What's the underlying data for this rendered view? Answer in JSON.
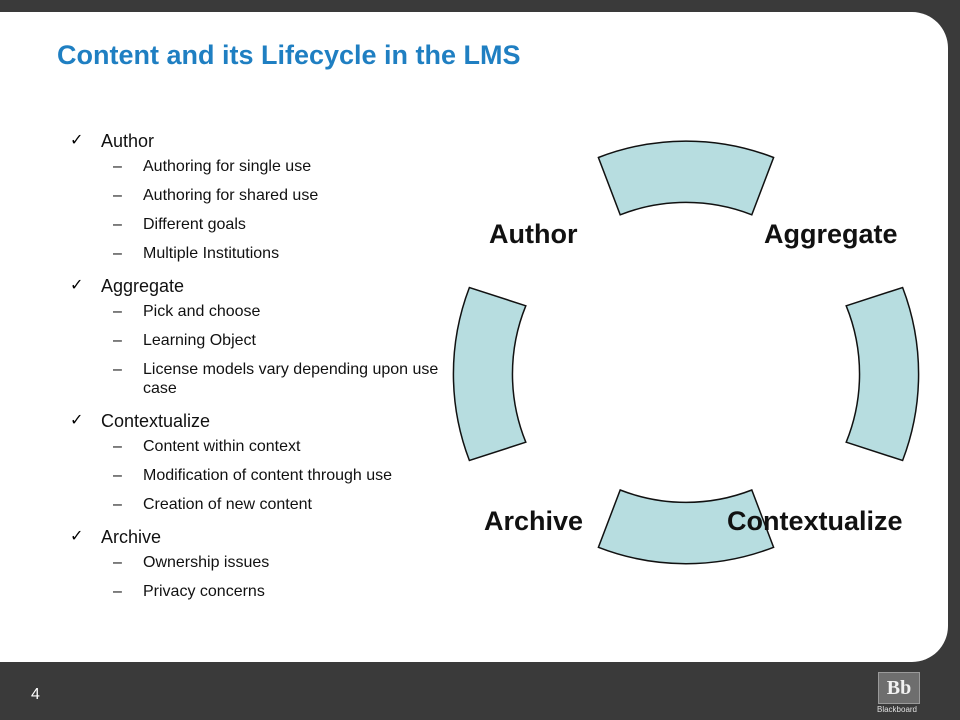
{
  "slide": {
    "title": "Content and its Lifecycle in the LMS",
    "page_number": "4"
  },
  "bullets": [
    {
      "label": "Author",
      "subs": [
        "Authoring for single use",
        "Authoring for shared use",
        "Different goals",
        "Multiple Institutions"
      ]
    },
    {
      "label": "Aggregate",
      "subs": [
        "Pick and choose",
        "Learning Object",
        "License models vary depending upon use case"
      ]
    },
    {
      "label": "Contextualize",
      "subs": [
        "Content within context",
        "Modification of content through use",
        "Creation of new content"
      ]
    },
    {
      "label": "Archive",
      "subs": [
        "Ownership issues",
        "Privacy concerns"
      ]
    }
  ],
  "cycle": {
    "labels": {
      "author": "Author",
      "aggregate": "Aggregate",
      "contextualize": "Contextualize",
      "archive": "Archive"
    },
    "arc_color": "#b7dde0"
  },
  "logo": {
    "mark": "Bb",
    "text": "Blackboard"
  },
  "icons": {
    "check": "check-mark-icon"
  },
  "colors": {
    "title": "#1f7fc2",
    "frame": "#3a3a3a"
  }
}
